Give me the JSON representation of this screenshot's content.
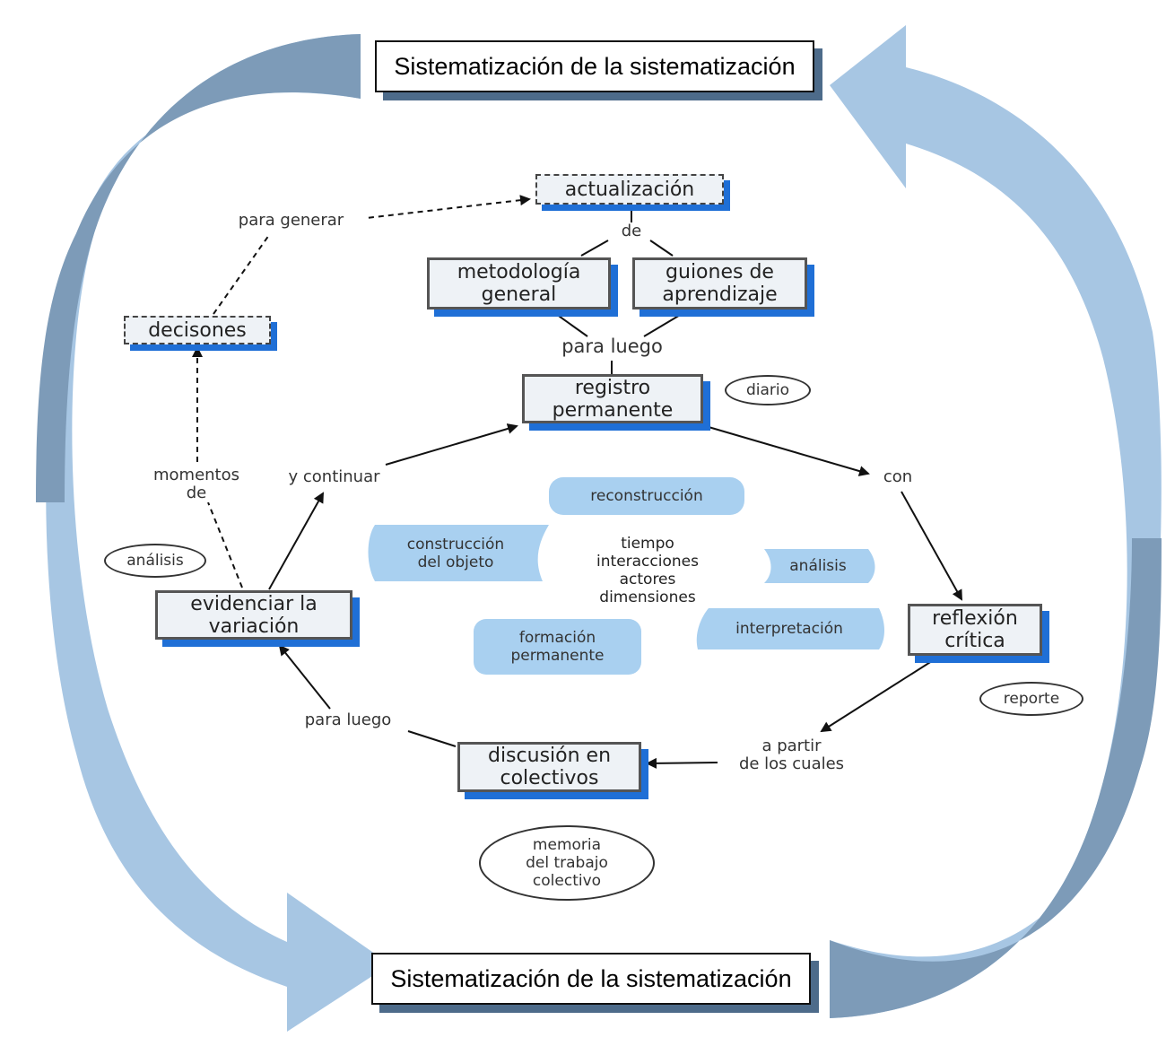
{
  "banners": {
    "top": "Sistematización de la sistematización",
    "bottom": "Sistematización de la sistematización"
  },
  "nodes": {
    "actualizacion": "actualización",
    "metodologia": [
      "metodología",
      "general"
    ],
    "guiones": [
      "guiones de",
      "aprendizaje"
    ],
    "decisones": "decisones",
    "registro": [
      "registro",
      "permanente"
    ],
    "evidenciar": [
      "evidenciar la",
      "variación"
    ],
    "reflexion": [
      "reflexión",
      "crítica"
    ],
    "discusion": [
      "discusión en",
      "colectivos"
    ]
  },
  "links": {
    "de": "de",
    "para_luego_top": "para luego",
    "para_generar": "para generar",
    "momentos_de": [
      "momentos",
      "de"
    ],
    "y_continuar": "y continuar",
    "con": "con",
    "a_partir": [
      "a partir",
      "de los cuales"
    ],
    "para_luego_bottom": "para luego"
  },
  "ovals": {
    "diario": "diario",
    "analisis": "análisis",
    "reporte": "reporte",
    "memoria": [
      "memoria",
      "del trabajo",
      "colectivo"
    ]
  },
  "blobs": {
    "reconstruccion": "reconstrucción",
    "construccion": [
      "construcción",
      "del objeto"
    ],
    "analisis": "análisis",
    "interpretacion": "interpretación",
    "formacion": [
      "formación",
      "permanente"
    ]
  },
  "center_list": [
    "tiempo",
    "interacciones",
    "actores",
    "dimensiones"
  ],
  "colors": {
    "cycle_arrow_dark": "#7d9bb8",
    "cycle_arrow_light": "#a7c6e3",
    "node_shadow": "#1f6fd6",
    "blob_fill": "#a9d0f0"
  }
}
